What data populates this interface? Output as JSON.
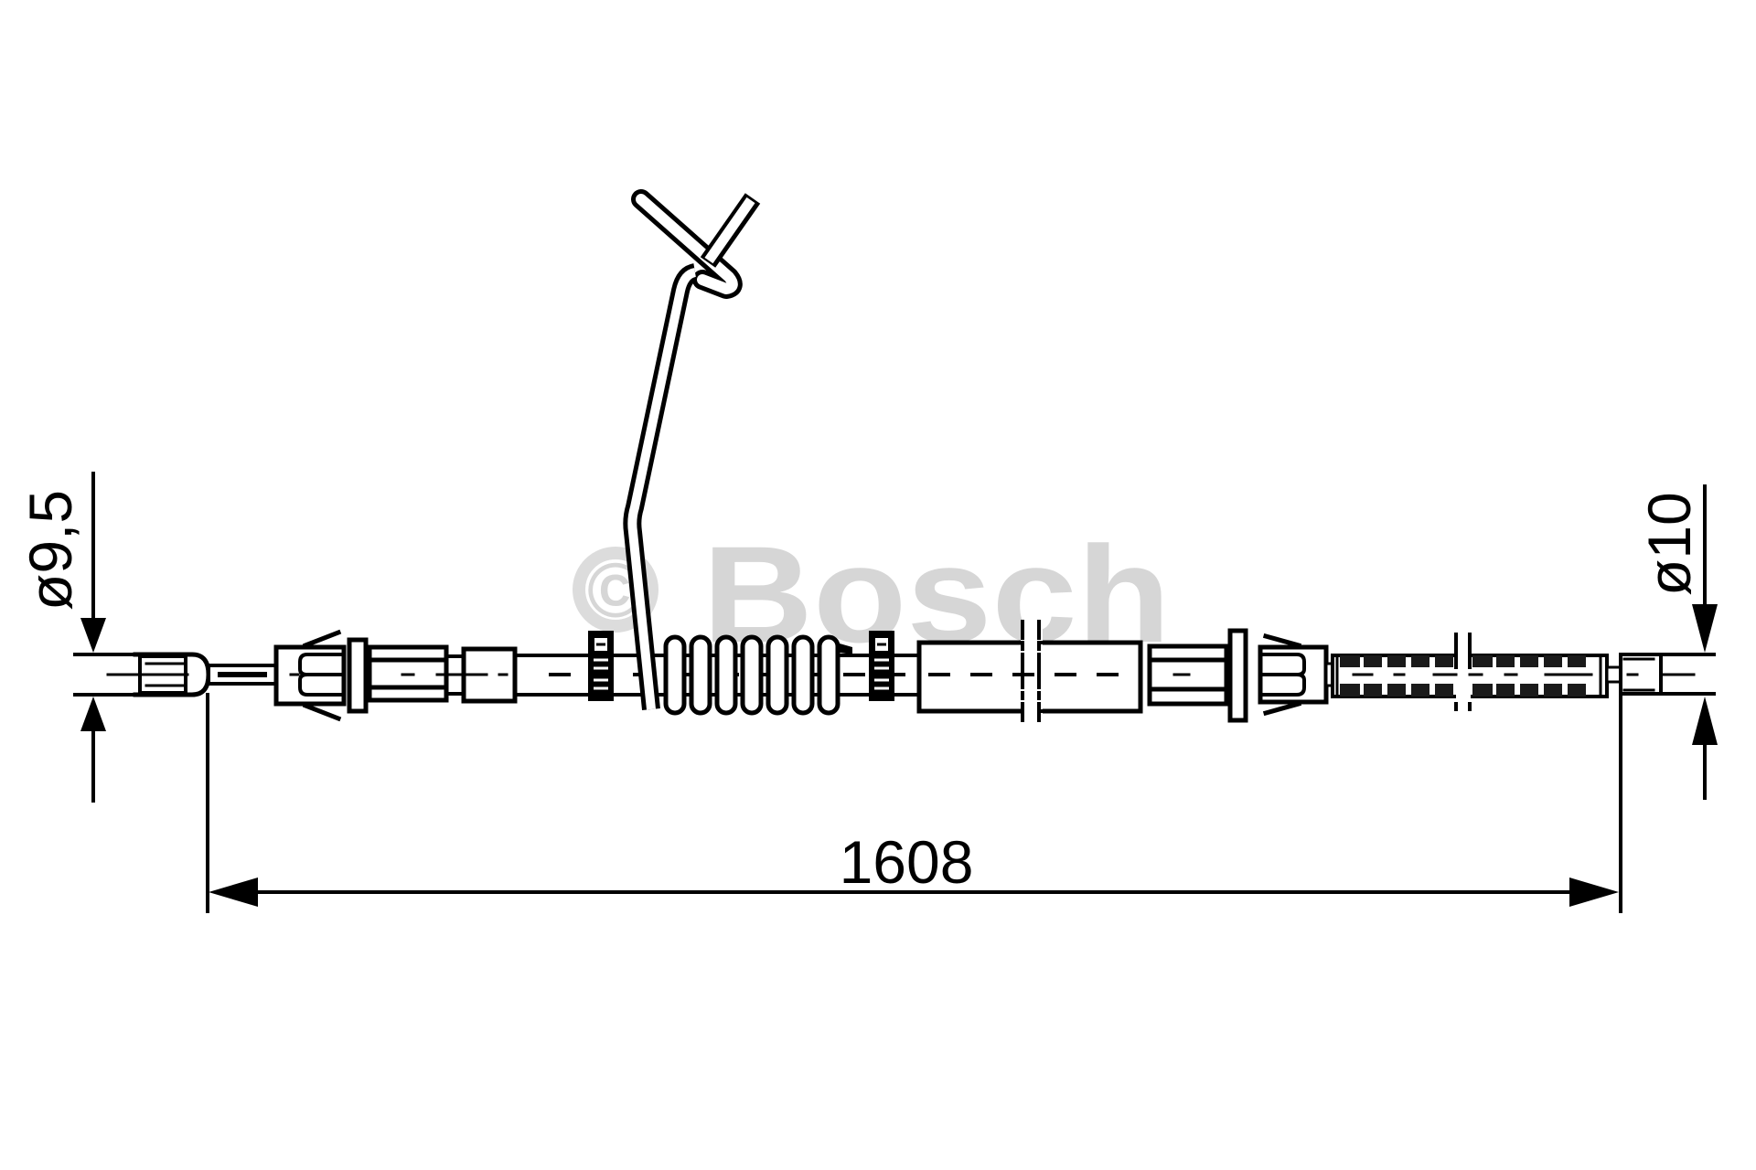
{
  "drawing": {
    "subject": "parking brake cable technical drawing",
    "watermark": {
      "symbol": "©",
      "text": "Bosch",
      "color": "#d6d6d6"
    },
    "dimensions": {
      "left_diameter": "ø9,5",
      "right_diameter": "ø10",
      "overall_length": "1608"
    },
    "colors": {
      "line": "#000000",
      "background": "#ffffff"
    }
  }
}
